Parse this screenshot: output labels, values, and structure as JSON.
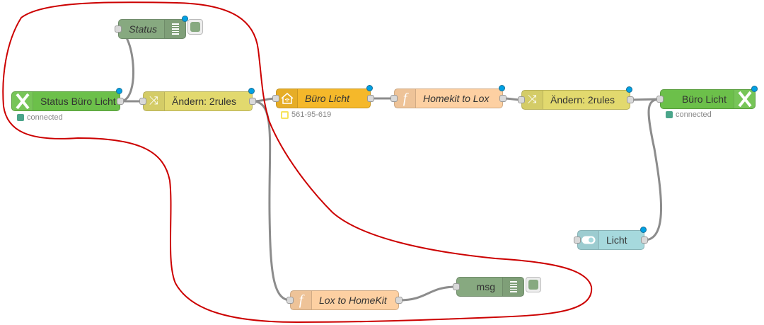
{
  "colors": {
    "annotation_loop": "#cc0000",
    "wire": "#8c8c8c",
    "changed_dot": "#00a1e4",
    "loxone": "#6cc04a",
    "change": "#e2d96e",
    "homekit": "#f5b82a",
    "function": "#fdd0a2",
    "debug": "#87a980",
    "dashboard_switch": "#a6d9dd",
    "status_connected": "#4aa58a",
    "status_homekit": "#f7e35c"
  },
  "nodes": {
    "status_debug": {
      "label": "Status",
      "type": "debug",
      "icon": "debug-list-icon"
    },
    "loxone_in": {
      "label": "Status Büro Licht",
      "type": "loxone-in",
      "icon": "loxone-x-icon",
      "status": "connected"
    },
    "change_1": {
      "label": "Ändern: 2rules",
      "type": "change",
      "icon": "shuffle-icon"
    },
    "homekit": {
      "label": "Büro Licht",
      "type": "homekit",
      "icon": "home-wifi-icon",
      "status": "561-95-619"
    },
    "fn_homekit_to_lox": {
      "label": "Homekit to Lox",
      "type": "function",
      "icon": "function-icon"
    },
    "change_2": {
      "label": "Ändern: 2rules",
      "type": "change",
      "icon": "shuffle-icon"
    },
    "loxone_out": {
      "label": "Büro Licht",
      "type": "loxone-out",
      "icon": "loxone-x-icon",
      "status": "connected"
    },
    "switch_licht": {
      "label": "Licht",
      "type": "ui-switch",
      "icon": "toggle-icon"
    },
    "fn_lox_to_homekit": {
      "label": "Lox to HomeKit",
      "type": "function",
      "icon": "function-icon"
    },
    "msg_debug": {
      "label": "msg",
      "type": "debug",
      "icon": "debug-list-icon"
    }
  },
  "wires": [
    [
      "loxone_in",
      "status_debug"
    ],
    [
      "loxone_in",
      "change_1"
    ],
    [
      "change_1",
      "homekit"
    ],
    [
      "change_1",
      "fn_lox_to_homekit"
    ],
    [
      "homekit",
      "fn_homekit_to_lox"
    ],
    [
      "fn_homekit_to_lox",
      "change_2"
    ],
    [
      "change_2",
      "loxone_out"
    ],
    [
      "switch_licht",
      "loxone_out"
    ],
    [
      "fn_lox_to_homekit",
      "msg_debug"
    ]
  ]
}
